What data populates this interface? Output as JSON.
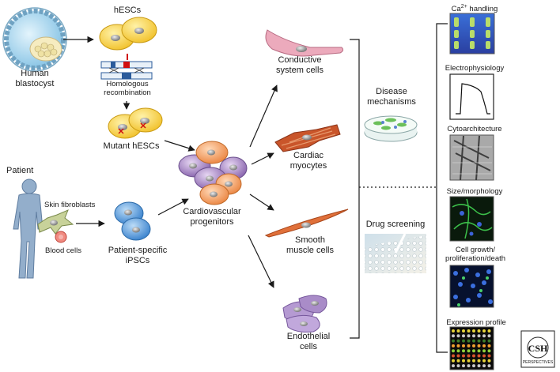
{
  "labels": {
    "blastocyst": [
      "Human",
      "blastocyst"
    ],
    "hescs": "hESCs",
    "homologous": [
      "Homologous",
      "recombination"
    ],
    "mutant": "Mutant hESCs",
    "patient": "Patient",
    "skin_fibroblasts": "Skin fibroblasts",
    "blood_cells": "Blood cells",
    "ipscs": [
      "Patient-specific",
      "iPSCs"
    ],
    "progenitors": [
      "Cardiovascular",
      "progenitors"
    ],
    "conductive": [
      "Conductive",
      "system cells"
    ],
    "cardiac": [
      "Cardiac",
      "myocytes"
    ],
    "smooth": [
      "Smooth",
      "muscle cells"
    ],
    "endothelial": [
      "Endothelial",
      "cells"
    ],
    "disease": [
      "Disease",
      "mechanisms"
    ],
    "drug": "Drug screening"
  },
  "assays": {
    "calcium_prefix": "Ca",
    "calcium_sup": "2+",
    "calcium_suffix": " handling",
    "electro": "Electrophysiology",
    "cyto": "Cytoarchitecture",
    "size": "Size/morphology",
    "growth": [
      "Cell growth/",
      "proliferation/death"
    ],
    "expression": "Expression profile"
  },
  "logo": {
    "line1": "CSH",
    "line2": "PERSPECTIVES"
  },
  "colors": {
    "hesc_yellow": "#f2c432",
    "ipsc_blue": "#4a8fd4",
    "progenitor_purple": "#9b7bb8",
    "progenitor_orange": "#f19a5a",
    "conductive_pink": "#e9a6b8",
    "myocyte_brown": "#c9552a",
    "smooth_orange": "#e0703a",
    "endothelial_lilac": "#a98cc8",
    "blastocyst_blue": "#9fd0ec",
    "patient_blue": "#8fa9c8"
  }
}
